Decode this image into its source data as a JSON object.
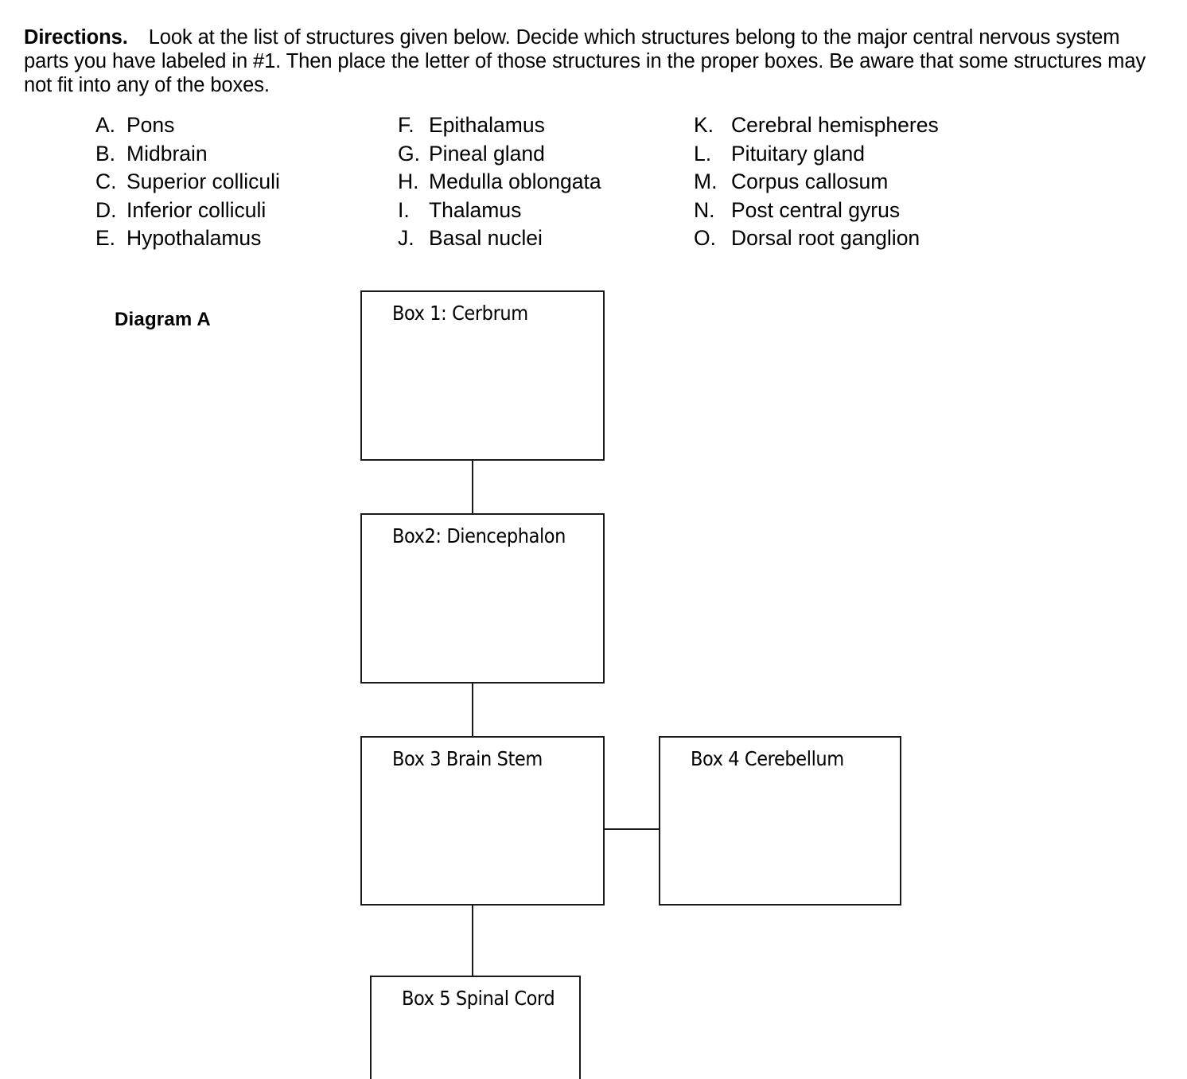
{
  "directions": {
    "lead": "Directions.",
    "body": "Look at the list of structures given below. Decide which structures belong to the major central nervous system parts you have labeled in #1.  Then place the letter of those structures in the proper boxes. Be aware that some structures may not fit into any of the boxes."
  },
  "structure_list": {
    "columns": [
      {
        "id": "col-a",
        "items": [
          {
            "letter": "A.",
            "text": "Pons"
          },
          {
            "letter": "B.",
            "text": "Midbrain"
          },
          {
            "letter": "C.",
            "text": "Superior colliculi"
          },
          {
            "letter": "D.",
            "text": "Inferior colliculi"
          },
          {
            "letter": "E.",
            "text": "Hypothalamus"
          }
        ]
      },
      {
        "id": "col-b",
        "items": [
          {
            "letter": "F.",
            "text": "Epithalamus"
          },
          {
            "letter": "G.",
            "text": "Pineal gland"
          },
          {
            "letter": "H.",
            "text": "Medulla oblongata"
          },
          {
            "letter": "I.",
            "text": "Thalamus"
          },
          {
            "letter": "J.",
            "text": "Basal nuclei"
          }
        ]
      },
      {
        "id": "col-c",
        "items": [
          {
            "letter": "K.",
            "text": "Cerebral hemispheres"
          },
          {
            "letter": "L.",
            "text": "Pituitary gland"
          },
          {
            "letter": "M.",
            "text": "Corpus callosum"
          },
          {
            "letter": "N.",
            "text": "Post central gyrus"
          },
          {
            "letter": "O.",
            "text": "Dorsal root ganglion"
          }
        ]
      }
    ]
  },
  "diagram": {
    "title": "Diagram A",
    "boxes": {
      "box1": {
        "label": "Box 1: Cerbrum"
      },
      "box2": {
        "label": "Box2: Diencephalon"
      },
      "box3": {
        "label": "Box 3 Brain Stem"
      },
      "box4": {
        "label": "Box 4 Cerebellum"
      },
      "box5": {
        "label": "Box 5 Spinal Cord"
      }
    }
  },
  "colors": {
    "page_background": "#ffffff",
    "text": "#000000",
    "box_stroke": "#1a1a1a"
  }
}
